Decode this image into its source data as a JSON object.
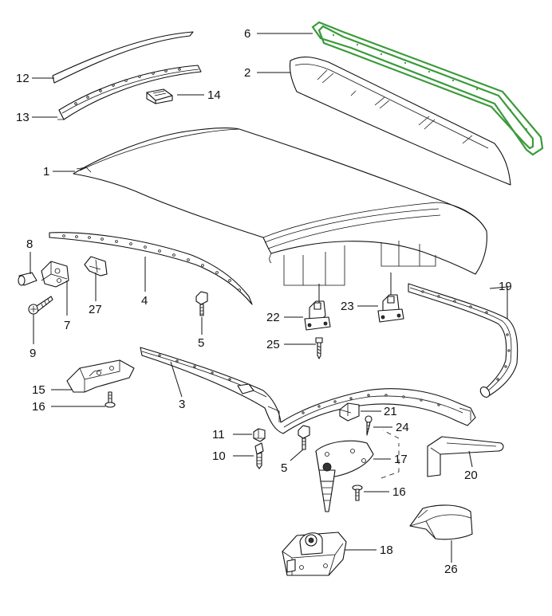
{
  "diagram": {
    "highlight_color": "#3a9a3a",
    "parts": [
      {
        "key": "p1",
        "number": "1",
        "name": "roof-shell"
      },
      {
        "key": "p2",
        "number": "2",
        "name": "rear-window-glass"
      },
      {
        "key": "p3",
        "number": "3",
        "name": "side-rail-left"
      },
      {
        "key": "p5a",
        "number": "5",
        "name": "screw-upper"
      },
      {
        "key": "p5b",
        "number": "5",
        "name": "screw-lower"
      },
      {
        "key": "p6",
        "number": "6",
        "name": "window-seal"
      },
      {
        "key": "p7",
        "number": "7",
        "name": "hinge-bracket"
      },
      {
        "key": "p8",
        "number": "8",
        "name": "pin"
      },
      {
        "key": "p9",
        "number": "9",
        "name": "screw-9"
      },
      {
        "key": "p4",
        "number": "4",
        "name": "front-rail-strip"
      },
      {
        "key": "p10",
        "number": "10",
        "name": "screw-10"
      },
      {
        "key": "p11",
        "number": "11",
        "name": "nut-11"
      },
      {
        "key": "p12",
        "number": "12",
        "name": "trim-strip-12"
      },
      {
        "key": "p13",
        "number": "13",
        "name": "seal-strip-13"
      },
      {
        "key": "p14",
        "number": "14",
        "name": "clip-14"
      },
      {
        "key": "p15",
        "number": "15",
        "name": "latch-plate"
      },
      {
        "key": "p16a",
        "number": "16",
        "name": "screw-16-left"
      },
      {
        "key": "p16b",
        "number": "16",
        "name": "screw-16-right"
      },
      {
        "key": "p17",
        "number": "17",
        "name": "locking-pin-bracket"
      },
      {
        "key": "p18",
        "number": "18",
        "name": "lock-housing"
      },
      {
        "key": "p19",
        "number": "19",
        "name": "rear-seal-frame"
      },
      {
        "key": "p20",
        "number": "20",
        "name": "cover-angle"
      },
      {
        "key": "p21",
        "number": "21",
        "name": "clip-21"
      },
      {
        "key": "p22",
        "number": "22",
        "name": "mount-22"
      },
      {
        "key": "p23",
        "number": "23",
        "name": "mount-23"
      },
      {
        "key": "p24",
        "number": "24",
        "name": "screw-24"
      },
      {
        "key": "p25",
        "number": "25",
        "name": "screw-25"
      },
      {
        "key": "p26",
        "number": "26",
        "name": "cap-26"
      },
      {
        "key": "p27",
        "number": "27",
        "name": "clip-27"
      }
    ]
  }
}
